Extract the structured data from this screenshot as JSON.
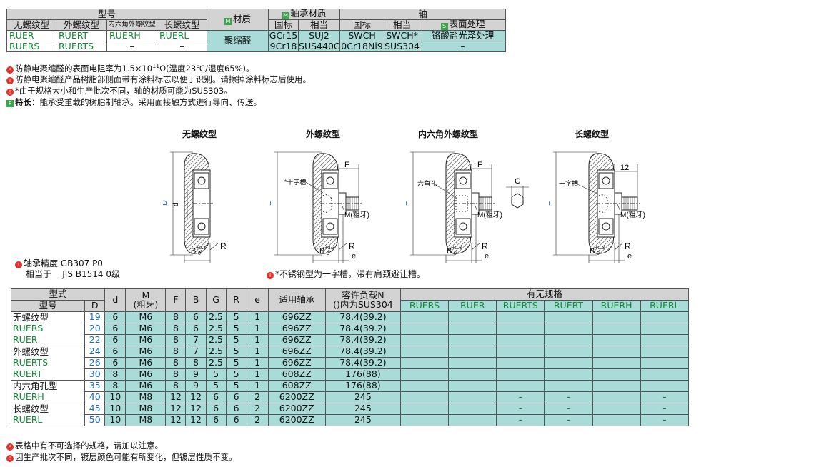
{
  "spec_table": {
    "h_type": "型号",
    "h_material": "材质",
    "h_bearing": "轴承材质",
    "h_shaft": "轴",
    "h_no_thread": "无螺纹型",
    "h_ext_thread": "外螺纹型",
    "h_hex": "内六角外螺纹型",
    "h_long": "长螺纹型",
    "h_gb": "国标",
    "h_eq": "相当",
    "h_gb2": "国标",
    "h_eq2": "相当",
    "h_surface": "表面处理",
    "badge_m": "M",
    "badge_m2": "M",
    "badge_s": "S",
    "row1": [
      "RUER",
      "RUERT",
      "RUERH",
      "RUERL"
    ],
    "row2": [
      "RUERS",
      "RUERTS",
      "–",
      "–"
    ],
    "material": "聚缩醛",
    "b1": [
      "GCr15",
      "SUJ2",
      "SWCH",
      "SWCH*",
      "铬酸盐光泽处理"
    ],
    "b2": [
      "9Cr18",
      "SUS440C",
      "0Cr18Ni9",
      "SUS304",
      "–"
    ]
  },
  "notes_top": [
    {
      "icon": "!",
      "text": "防静电聚缩醛的表面电阻率为1.5×10",
      "sup": "11",
      "tail": "Ω(温度23℃/湿度65%)。"
    },
    {
      "icon": "!",
      "text": "防静电聚缩醛产品树脂部侧面带有涂料标志以便于识别。请擦掉涂料标志后使用。"
    },
    {
      "icon": "!",
      "text": "*由于规格大小和生产批次不同，轴的材质可能为SUS303。"
    },
    {
      "icon": "F",
      "label": "特长",
      "text": "：能承受重载的树脂制轴承。采用面接触方式进行导向、传送。"
    }
  ],
  "drawings": {
    "titles": [
      "无螺纹型",
      "外螺纹型",
      "内六角外螺纹型",
      "长螺纹型"
    ],
    "D": "D",
    "d": "d",
    "B": "B",
    "tol_up": "+0.3",
    "tol_lo": "0",
    "R": "R",
    "e": "e",
    "F": "F",
    "G": "G",
    "L12": "12",
    "M": "M(粗牙)",
    "slot": "*十字槽",
    "hex_hole": "六角孔",
    "one_slot": "一字槽"
  },
  "bearing_note": {
    "line1": "轴承精度 GB307 P0",
    "line2": "相当于    JIS B1514 0级"
  },
  "slot_note": "*不锈钢型为一字槽，带有肩颈避让槽。",
  "dim_table": {
    "h_form": "型式",
    "h_type": "型号",
    "h_D": "D",
    "h_d": "d",
    "h_M": "M",
    "h_M2": "(粗牙)",
    "h_F": "F",
    "h_B": "B",
    "h_G": "G",
    "h_R": "R",
    "h_e": "e",
    "h_bearing": "适用轴承",
    "h_load": "容许负载N",
    "h_load2": "()内为SUS304",
    "h_avail": "有无规格",
    "avail_cols": [
      "RUERS",
      "RUER",
      "RUERTS",
      "RUERT",
      "RUERH",
      "RUERL"
    ],
    "type_labels": [
      "无螺纹型",
      "RUERS",
      "RUER",
      "外螺纹型",
      "RUERTS",
      "RUERT",
      "内六角孔型",
      "RUERH",
      "长螺纹型",
      "RUERL"
    ],
    "rows": [
      {
        "D": "19",
        "d": "6",
        "M": "M6",
        "F": "8",
        "B": "6",
        "G": "2.5",
        "R": "5",
        "e": "1",
        "bearing": "696ZZ",
        "load": "78.4(39.2)",
        "avail": [
          "",
          "",
          "",
          "",
          "",
          ""
        ]
      },
      {
        "D": "20",
        "d": "6",
        "M": "M6",
        "F": "8",
        "B": "6",
        "G": "2.5",
        "R": "5",
        "e": "1",
        "bearing": "696ZZ",
        "load": "78.4(39.2)",
        "avail": [
          "",
          "",
          "",
          "",
          "",
          ""
        ]
      },
      {
        "D": "22",
        "d": "6",
        "M": "M6",
        "F": "8",
        "B": "7",
        "G": "2.5",
        "R": "5",
        "e": "1",
        "bearing": "696ZZ",
        "load": "78.4(39.2)",
        "avail": [
          "",
          "",
          "",
          "",
          "",
          ""
        ]
      },
      {
        "D": "24",
        "d": "6",
        "M": "M6",
        "F": "8",
        "B": "7",
        "G": "2.5",
        "R": "5",
        "e": "1",
        "bearing": "696ZZ",
        "load": "78.4(39.2)",
        "avail": [
          "",
          "",
          "",
          "",
          "",
          ""
        ]
      },
      {
        "D": "26",
        "d": "6",
        "M": "M6",
        "F": "8",
        "B": "8",
        "G": "2.5",
        "R": "5",
        "e": "1",
        "bearing": "696ZZ",
        "load": "78.4(39.2)",
        "avail": [
          "",
          "",
          "",
          "",
          "",
          ""
        ]
      },
      {
        "D": "30",
        "d": "8",
        "M": "M6",
        "F": "8",
        "B": "9",
        "G": "5",
        "R": "5",
        "e": "1",
        "bearing": "608ZZ",
        "load": "176(88)",
        "avail": [
          "",
          "",
          "",
          "",
          "",
          ""
        ]
      },
      {
        "D": "35",
        "d": "8",
        "M": "M6",
        "F": "8",
        "B": "9",
        "G": "5",
        "R": "5",
        "e": "1",
        "bearing": "608ZZ",
        "load": "176(88)",
        "avail": [
          "",
          "",
          "",
          "",
          "",
          ""
        ]
      },
      {
        "D": "40",
        "d": "10",
        "M": "M8",
        "F": "12",
        "B": "12",
        "G": "6",
        "R": "6",
        "e": "2",
        "bearing": "6200ZZ",
        "load": "245",
        "avail": [
          "",
          "",
          "–",
          "–",
          "",
          "–"
        ]
      },
      {
        "D": "45",
        "d": "10",
        "M": "M8",
        "F": "12",
        "B": "12",
        "G": "6",
        "R": "6",
        "e": "2",
        "bearing": "6200ZZ",
        "load": "245",
        "avail": [
          "",
          "",
          "–",
          "–",
          "",
          "–"
        ]
      },
      {
        "D": "50",
        "d": "10",
        "M": "M8",
        "F": "12",
        "B": "12",
        "G": "6",
        "R": "6",
        "e": "2",
        "bearing": "6200ZZ",
        "load": "245",
        "avail": [
          "",
          "",
          "–",
          "–",
          "",
          "–"
        ]
      }
    ]
  },
  "notes_bottom": [
    "表格中有不可选择的规格，请加以注意。",
    "因生产批次不同，镀层颜色可能有所变化，但镀层性质不变。"
  ],
  "colors": {
    "green": "#158a37",
    "cyan": "#a9dbd9",
    "header": "#d3d3d3",
    "red": "#e1322b",
    "blue": "#1a6fc2"
  }
}
